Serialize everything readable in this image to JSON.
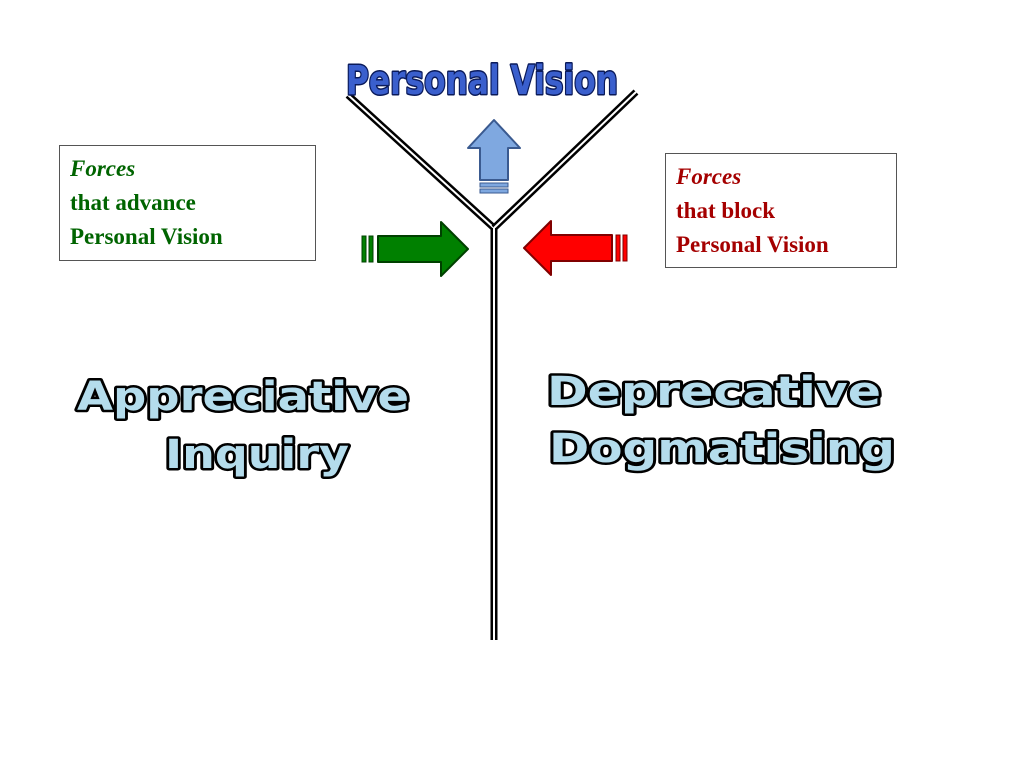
{
  "title": "Personal Vision",
  "advance_box": {
    "line1": "Forces",
    "line2": "that advance",
    "line3": "Personal Vision"
  },
  "block_box": {
    "line1": "Forces",
    "line2": "that block",
    "line3": "Personal Vision"
  },
  "left_label": {
    "line1": "Appreciative",
    "line2": "Inquiry"
  },
  "right_label": {
    "line1": "Deprecative",
    "line2": "Dogmatising"
  },
  "colors": {
    "title_fill": "#3a5fcd",
    "label_fill": "#b4dcec",
    "advance_text": "#006400",
    "block_text": "#a50000",
    "advance_arrow": "#008000",
    "block_arrow": "#ff0000",
    "up_arrow": "#7fa8e0"
  },
  "icons": {
    "advance_arrow": "arrow-right-icon",
    "block_arrow": "arrow-left-icon",
    "up_arrow": "arrow-up-icon"
  }
}
